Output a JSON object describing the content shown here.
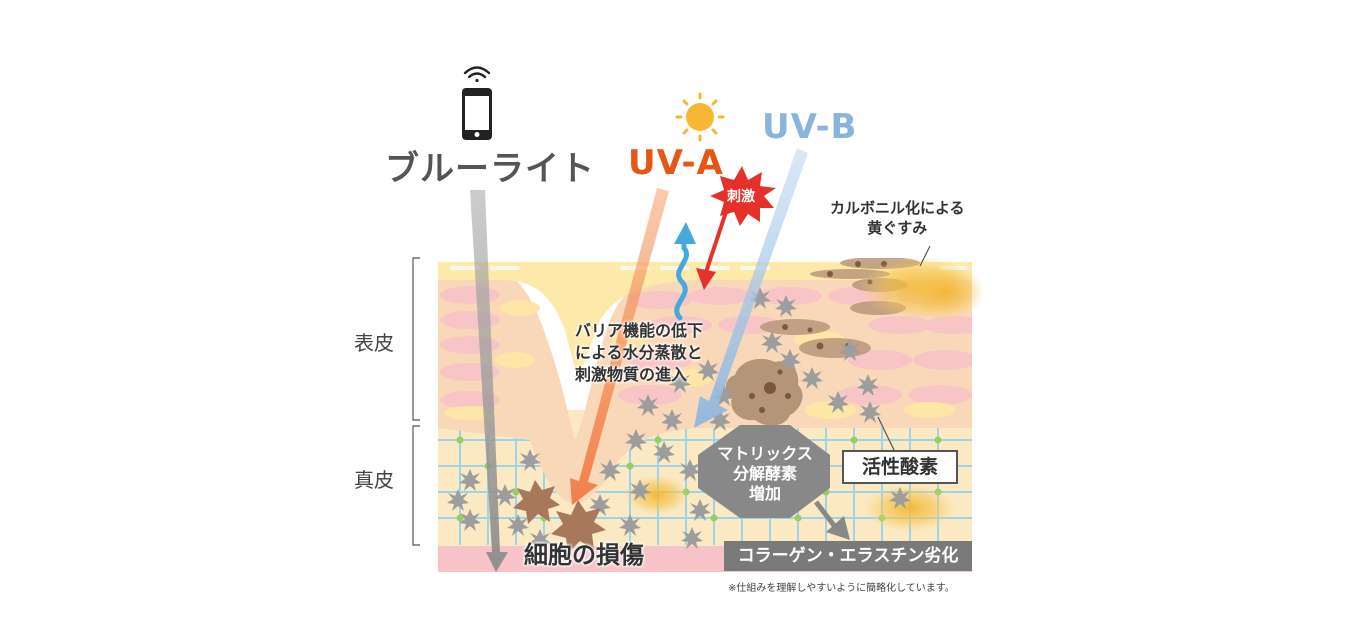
{
  "labels": {
    "blue_light": "ブルーライト",
    "uva": "UV-A",
    "uvb": "UV-B",
    "epidermis": "表皮",
    "dermis": "真皮",
    "carbonyl": [
      "カルボニル化による",
      "黄ぐすみ"
    ],
    "barrier": [
      "バリア機能の低下",
      "による水分蒸散と",
      "刺激物質の進入"
    ],
    "stimulus": "刺激",
    "ros": "活性酸素",
    "matrix": [
      "マトリックス",
      "分解酵素",
      "増加"
    ],
    "cell_damage": "細胞の損傷",
    "collagen": "コラーゲン・エラスチン劣化",
    "footnote": "※仕組みを理解しやすいように簡略化しています。"
  },
  "icons": [
    "smartphone-icon",
    "wifi-icon",
    "sun-icon",
    "stimulus-burst-icon",
    "free-radical-icon"
  ],
  "colors": {
    "blue_light": "#555555",
    "uva": "#e55716",
    "uvb": "#8ab4de",
    "skin_yellow": "#fde6a8",
    "skin_pink": "#f8c9cf",
    "dermis_bg": "#fbe9c3",
    "collagen_bar": "#7a7a7a"
  }
}
